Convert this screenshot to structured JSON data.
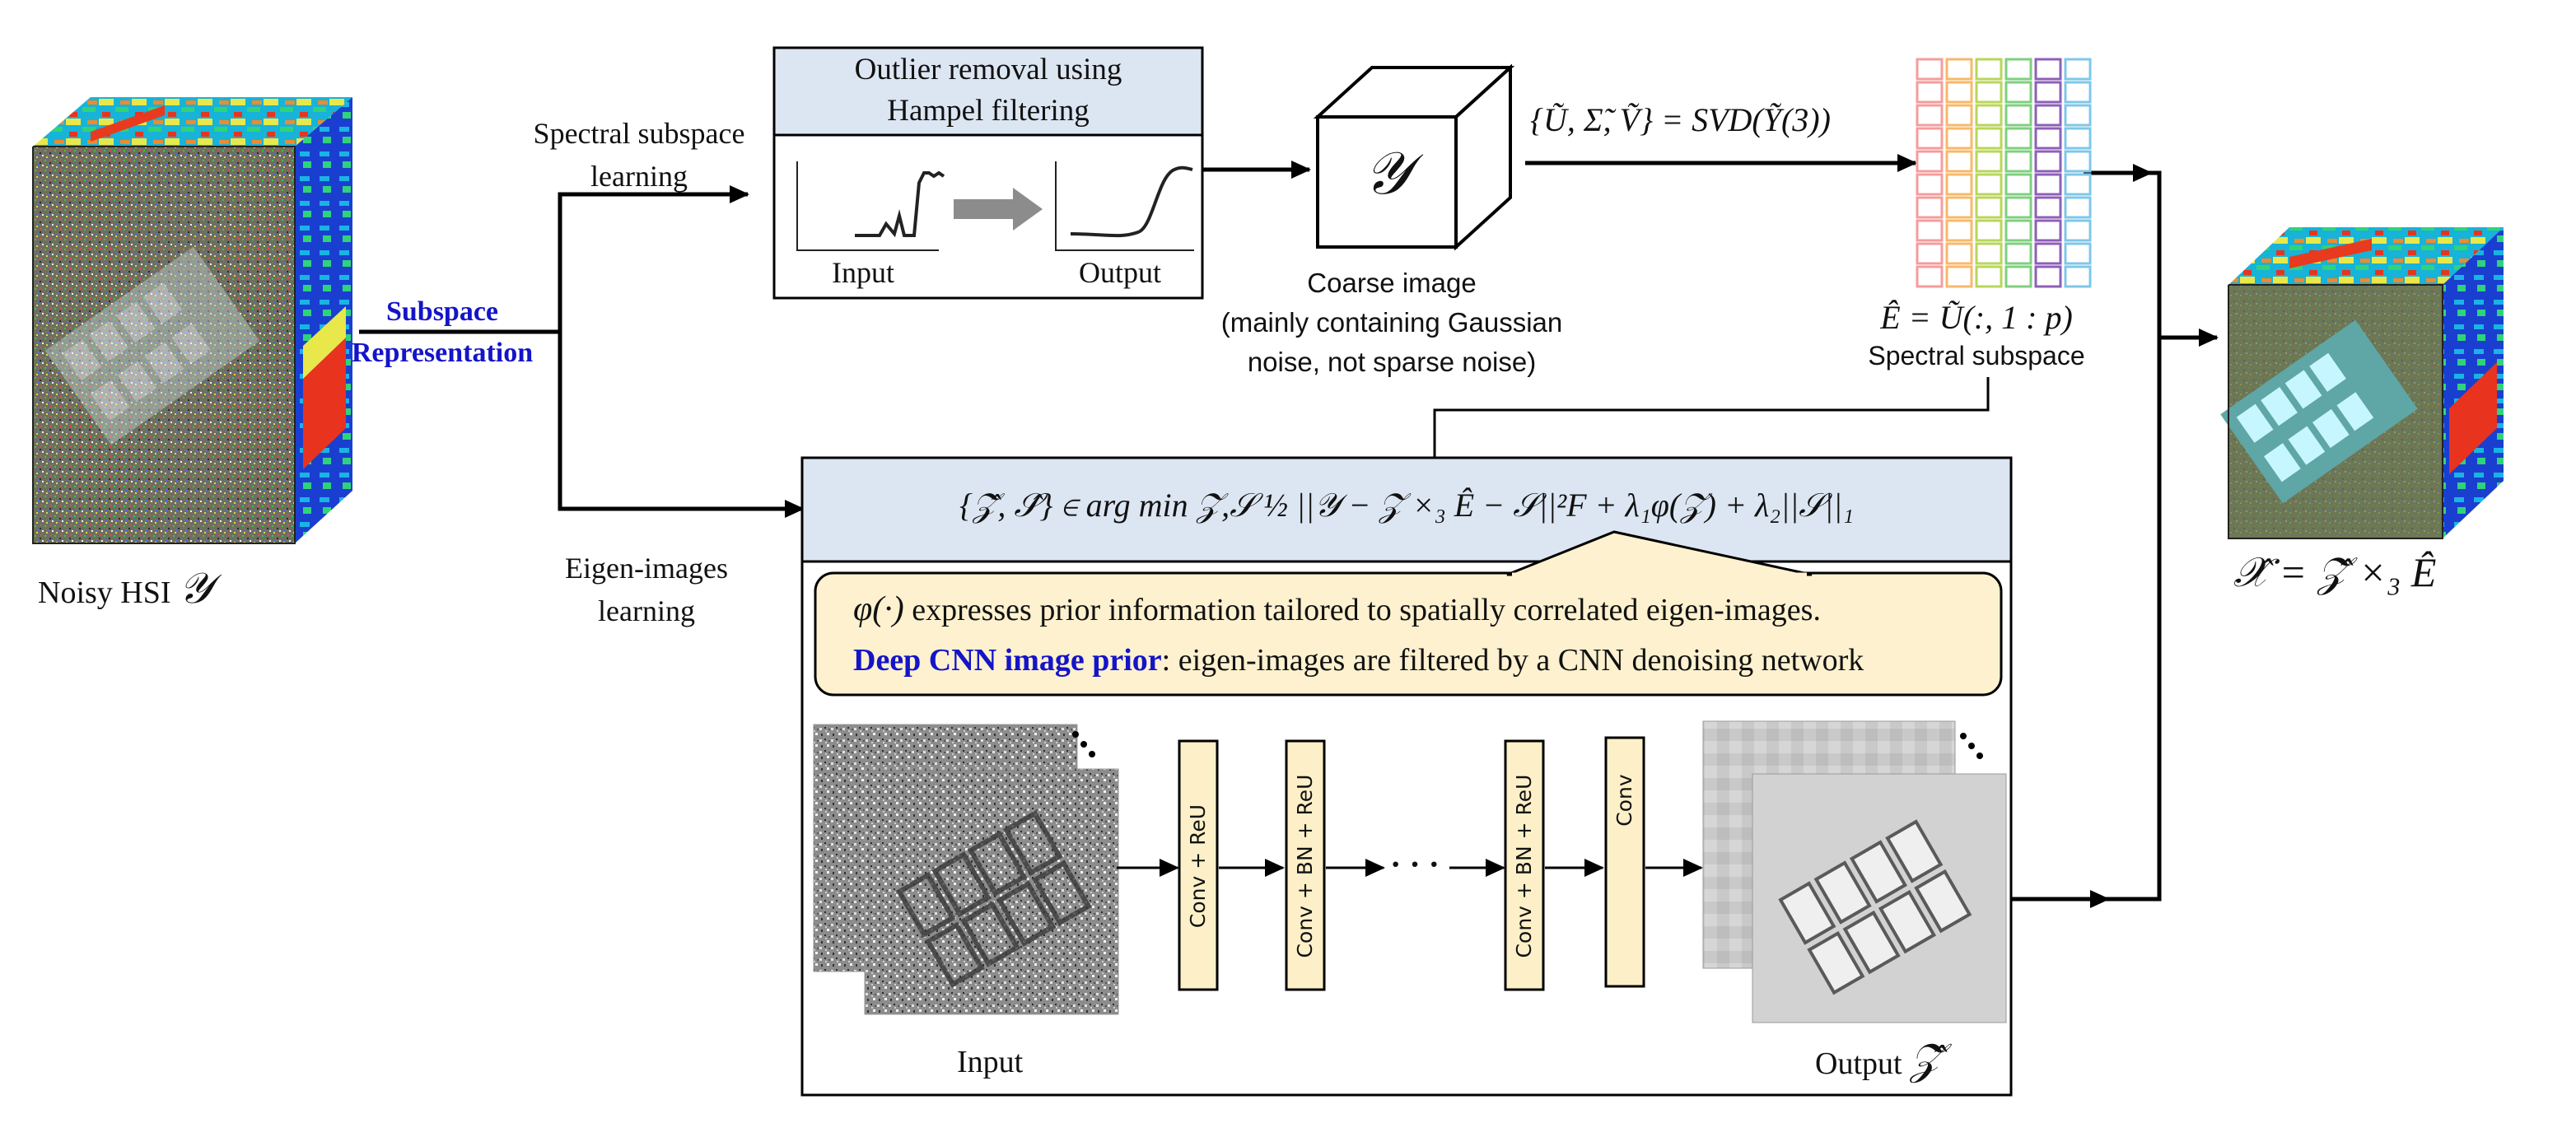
{
  "colors": {
    "hampel_header_bg": "#dce6f2",
    "objective_bg": "#dce6f2",
    "prior_box_bg": "#fdf1cf",
    "layer_fill": "#fdf0c8",
    "blue_text": "#1414c8",
    "svd_columns": [
      "#f59c9c",
      "#f7b86a",
      "#b9d65a",
      "#7fcf7f",
      "#8e5fb8",
      "#7fc7e8"
    ]
  },
  "left": {
    "noisy_label": "Noisy HSI",
    "noisy_symbol": "𝒴",
    "subspace_label_line1": "Subspace",
    "subspace_label_line2": "Representation"
  },
  "branches": {
    "spectral_line1": "Spectral subspace",
    "spectral_line2": "learning",
    "eigen_line1": "Eigen-images",
    "eigen_line2": "learning"
  },
  "hampel": {
    "title_line1": "Outlier removal using",
    "title_line2": "Hampel filtering",
    "input_label": "Input",
    "output_label": "Output"
  },
  "coarse": {
    "symbol": "𝒴",
    "title": "Coarse image",
    "note_line1": "(mainly  containing Gaussian",
    "note_line2": "noise,  not sparse noise)"
  },
  "svd": {
    "equation": "{Ũ, Σ̃, Ṽ} = SVD(Ỹ(3))",
    "basis_equation": "Ê = Ũ(:, 1 : p)",
    "subspace_label": "Spectral subspace"
  },
  "objective": {
    "formula": "{𝒵̂, 𝒮̂} ∈ arg min 𝒵,𝒮 ½ ||𝒴 − 𝒵 ×₃ Ê − 𝒮||²F + λ₁φ(𝒵) + λ₂||𝒮||₁"
  },
  "prior": {
    "line1_symbol": "φ(·)",
    "line1_text": "expresses  prior information tailored to spatially correlated eigen-images.",
    "line2_bold": "Deep CNN image prior",
    "line2_text": ": eigen-images are filtered by a CNN denoising network"
  },
  "network": {
    "input_label": "Input",
    "output_label": "Output",
    "output_symbol": "𝒵̂",
    "ellipsis": "· · ·",
    "layers": [
      "Conv + ReU",
      "Conv + BN + ReU",
      "Conv + BN + ReU",
      "Conv"
    ]
  },
  "result": {
    "equation": "𝒳̂ = 𝒵̂ ×₃ Ê"
  }
}
